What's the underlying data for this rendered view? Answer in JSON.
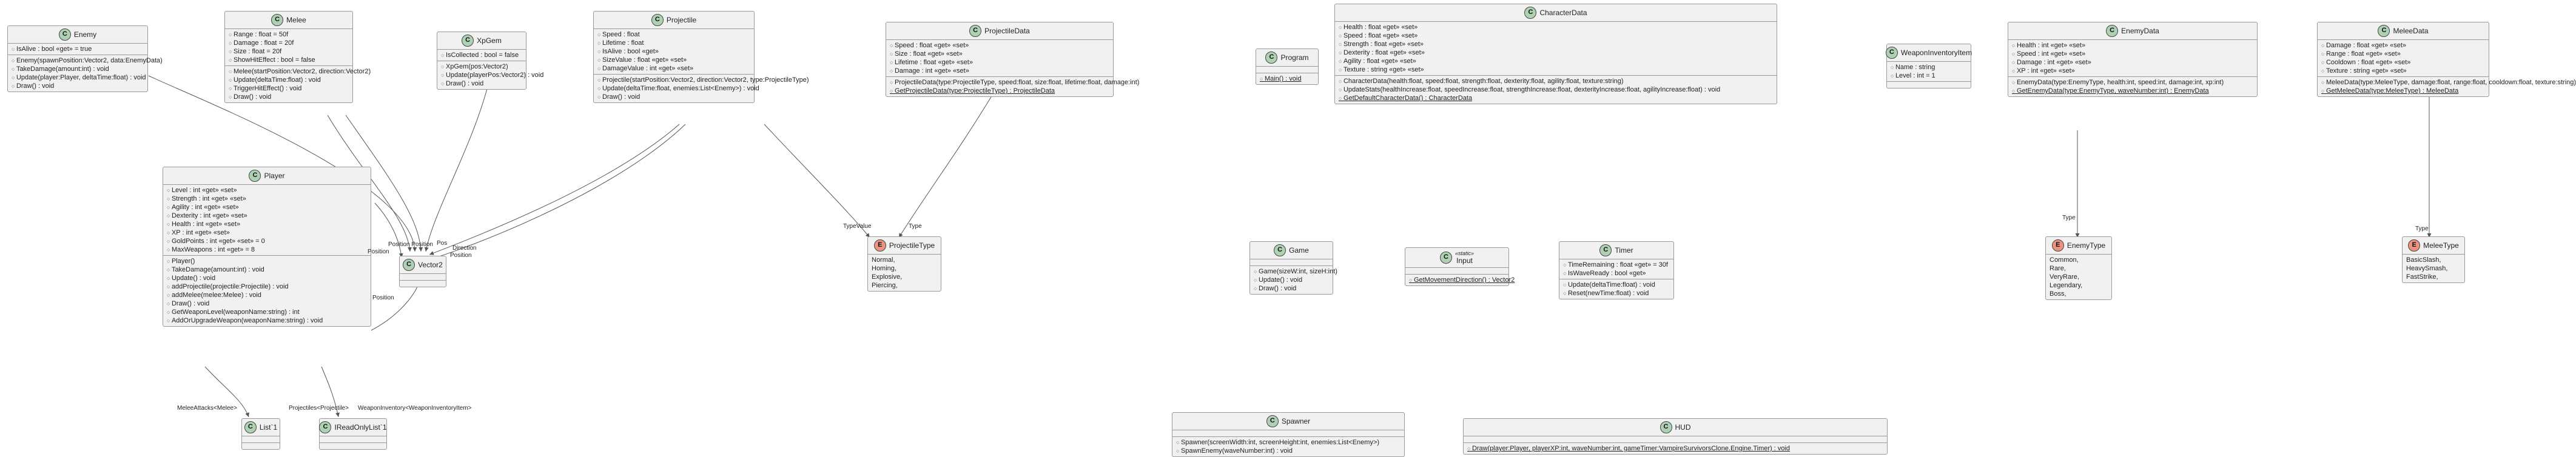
{
  "classes": [
    {
      "id": "enemy",
      "name": "Enemy",
      "kind": "class",
      "fields": [
        "IsAlive : bool «get» = true"
      ],
      "methods": [
        "Enemy(spawnPosition:Vector2, data:EnemyData)",
        "TakeDamage(amount:int) : void",
        "Update(player:Player, deltaTime:float) : void",
        "Draw() : void"
      ],
      "static_methods": []
    },
    {
      "id": "melee",
      "name": "Melee",
      "kind": "class",
      "fields": [
        "Range : float = 50f",
        "Damage : float = 20f",
        "Size : float = 20f",
        "ShowHitEffect : bool = false"
      ],
      "methods": [
        "Melee(startPosition:Vector2, direction:Vector2)",
        "Update(deltaTime:float) : void",
        "TriggerHitEffect() : void",
        "Draw() : void"
      ],
      "static_methods": []
    },
    {
      "id": "xpgem",
      "name": "XpGem",
      "kind": "class",
      "fields": [
        "IsCollected : bool = false"
      ],
      "methods": [
        "XpGem(pos:Vector2)",
        "Update(playerPos:Vector2) : void",
        "Draw() : void"
      ],
      "static_methods": []
    },
    {
      "id": "projectile",
      "name": "Projectile",
      "kind": "class",
      "fields": [
        "Speed : float",
        "Lifetime : float",
        "IsAlive : bool «get»",
        "SizeValue : float «get» «set»",
        "DamageValue : int «get» «set»"
      ],
      "methods": [
        "Projectile(startPosition:Vector2, direction:Vector2, type:ProjectileType)",
        "Update(deltaTime:float, enemies:List<Enemy>) : void",
        "Draw() : void"
      ],
      "static_methods": []
    },
    {
      "id": "projectiledata",
      "name": "ProjectileData",
      "kind": "class",
      "fields": [
        "Speed : float «get» «set»",
        "Size : float «get» «set»",
        "Lifetime : float «get» «set»",
        "Damage : int «get» «set»"
      ],
      "methods": [
        "ProjectileData(type:ProjectileType, speed:float, size:float, lifetime:float, damage:int)"
      ],
      "static_methods": [
        "GetProjectileData(type:ProjectileType) : ProjectileData"
      ]
    },
    {
      "id": "program",
      "name": "Program",
      "kind": "class",
      "fields": [],
      "methods": [],
      "static_methods": [
        "Main() : void"
      ]
    },
    {
      "id": "characterdata",
      "name": "CharacterData",
      "kind": "class",
      "fields": [
        "Health : float «get» «set»",
        "Speed : float «get» «set»",
        "Strength : float «get» «set»",
        "Dexterity : float «get» «set»",
        "Agility : float «get» «set»",
        "Texture : string «get» «set»"
      ],
      "methods": [
        "CharacterData(health:float, speed:float, strength:float, dexterity:float, agility:float, texture:string)",
        "UpdateStats(healthIncrease:float, speedIncrease:float, strengthIncrease:float, dexterityIncrease:float, agilityIncrease:float) : void"
      ],
      "static_methods": [
        "GetDefaultCharacterData() : CharacterData"
      ]
    },
    {
      "id": "weaponinventoryitem",
      "name": "WeaponInventoryItem",
      "kind": "class",
      "fields": [
        "Name : string",
        "Level : int = 1"
      ],
      "methods": [],
      "static_methods": []
    },
    {
      "id": "enemydata",
      "name": "EnemyData",
      "kind": "class",
      "fields": [
        "Health : int «get» «set»",
        "Speed : int «get» «set»",
        "Damage : int «get» «set»",
        "XP : int «get» «set»"
      ],
      "methods": [
        "EnemyData(type:EnemyType, health:int, speed:int, damage:int, xp:int)"
      ],
      "static_methods": [
        "GetEnemyData(type:EnemyType, waveNumber:int) : EnemyData"
      ]
    },
    {
      "id": "meleedata",
      "name": "MeleeData",
      "kind": "class",
      "fields": [
        "Damage : float «get» «set»",
        "Range : float «get» «set»",
        "Cooldown : float «get» «set»",
        "Texture : string «get» «set»"
      ],
      "methods": [
        "MeleeData(type:MeleeType, damage:float, range:float, cooldown:float, texture:string)"
      ],
      "static_methods": [
        "GetMeleeData(type:MeleeType) : MeleeData"
      ]
    },
    {
      "id": "player",
      "name": "Player",
      "kind": "class",
      "fields": [
        "Level : int «get» «set»",
        "Strength : int «get» «set»",
        "Agility : int «get» «set»",
        "Dexterity : int «get» «set»",
        "Health : int «get» «set»",
        "XP : int «get» «set»",
        "GoldPoints : int «get» «set» = 0",
        "MaxWeapons : int «get» = 8"
      ],
      "methods": [
        "Player()",
        "TakeDamage(amount:int) : void",
        "Update() : void",
        "addProjectile(projectile:Projectile) : void",
        "addMelee(melee:Melee) : void",
        "Draw() : void",
        "GetWeaponLevel(weaponName:string) : int",
        "AddOrUpgradeWeapon(weaponName:string) : void"
      ],
      "static_methods": []
    },
    {
      "id": "vector2",
      "name": "Vector2",
      "kind": "class",
      "fields": [],
      "methods": [],
      "static_methods": []
    },
    {
      "id": "projectiletype",
      "name": "ProjectileType",
      "kind": "enum",
      "fields": [
        "Normal,",
        "Homing,",
        "Explosive,",
        "Piercing,"
      ],
      "methods": [],
      "static_methods": []
    },
    {
      "id": "game",
      "name": "Game",
      "kind": "class",
      "fields": [],
      "methods": [
        "Game(sizeW:int, sizeH:int)",
        "Update() : void",
        "Draw() : void"
      ],
      "static_methods": []
    },
    {
      "id": "input",
      "name": "Input",
      "stereotype": "«static»",
      "kind": "class",
      "fields": [],
      "methods": [],
      "static_methods": [
        "GetMovementDirection() : Vector2"
      ]
    },
    {
      "id": "timer",
      "name": "Timer",
      "kind": "class",
      "fields": [
        "TimeRemaining : float «get» = 30f",
        "IsWaveReady : bool «get»"
      ],
      "methods": [
        "Update(deltaTime:float) : void",
        "Reset(newTime:float) : void"
      ],
      "static_methods": []
    },
    {
      "id": "enemytype",
      "name": "EnemyType",
      "kind": "enum",
      "fields": [
        "Common,",
        "Rare,",
        "VeryRare,",
        "Legendary,",
        "Boss,"
      ],
      "methods": [],
      "static_methods": []
    },
    {
      "id": "meleetype",
      "name": "MeleeType",
      "kind": "enum",
      "fields": [
        "BasicSlash,",
        "HeavySmash,",
        "FastStrike,"
      ],
      "methods": [],
      "static_methods": []
    },
    {
      "id": "list1",
      "name": "List`1",
      "kind": "class",
      "fields": [],
      "methods": [],
      "static_methods": []
    },
    {
      "id": "ireadonlylist1",
      "name": "IReadOnlyList`1",
      "kind": "class",
      "fields": [],
      "methods": [],
      "static_methods": []
    },
    {
      "id": "spawner",
      "name": "Spawner",
      "kind": "class",
      "fields": [],
      "methods": [
        "Spawner(screenWidth:int, screenHeight:int, enemies:List<Enemy>)",
        "SpawnEnemy(waveNumber:int) : void"
      ],
      "static_methods": []
    },
    {
      "id": "hud",
      "name": "HUD",
      "kind": "class",
      "fields": [],
      "methods": [],
      "static_methods": [
        "Draw(player:Player, playerXP:int, waveNumber:int, gameTimer:VampireSurvivorsClone.Engine.Timer) : void"
      ]
    }
  ],
  "edge_labels": {
    "position": "Position",
    "type_value": "TypeValue",
    "type": "Type",
    "melee_attacks": "MeleeAttacks<Melee>",
    "projectiles": "Projectiles<Projectile>",
    "weapon_inventory": "WeaponInventory<WeaponInventoryItem>",
    "direction": "Direction",
    "pos": "Pos",
    "position_overlap": "Position Position"
  },
  "colors": {
    "class_badge": "#add1b2",
    "enum_badge": "#eb937f",
    "box_fill": "#f1f1f1",
    "box_border": "#9a9a9a",
    "line": "#555555"
  },
  "icons": {
    "class": "C",
    "enum": "E",
    "public_member": "circle"
  }
}
